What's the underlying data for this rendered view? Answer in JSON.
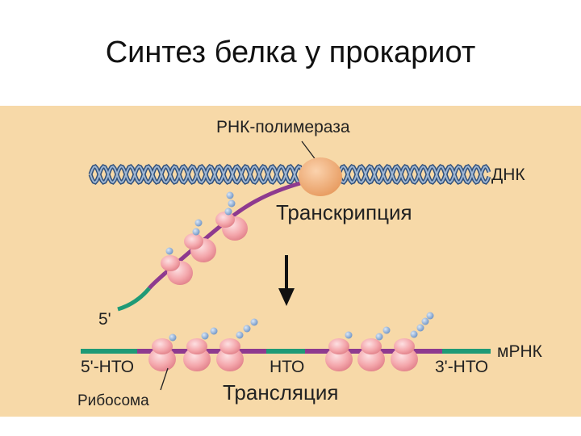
{
  "title": "Синтез белка у прокариот",
  "labels": {
    "rna_polymerase": "РНК-полимераза",
    "dna": "ДНК",
    "transcription": "Транскрипция",
    "five_prime": "5'",
    "five_utr": "5'-НТО",
    "utr": "НТО",
    "three_utr": "3'-НТО",
    "mrna": "мРНК",
    "ribosome": "Рибосома",
    "translation": "Трансляция"
  },
  "colors": {
    "panel": "#f7d9a8",
    "dna_dark": "#2f4f7a",
    "dna_light": "#9fb6d2",
    "mrna_coding": "#8e3a8f",
    "mrna_utr": "#1f9a76",
    "ribosome": "#f2a1a6",
    "polymerase": "#f3b07a",
    "peptide_bead": "#8fb1dc"
  }
}
